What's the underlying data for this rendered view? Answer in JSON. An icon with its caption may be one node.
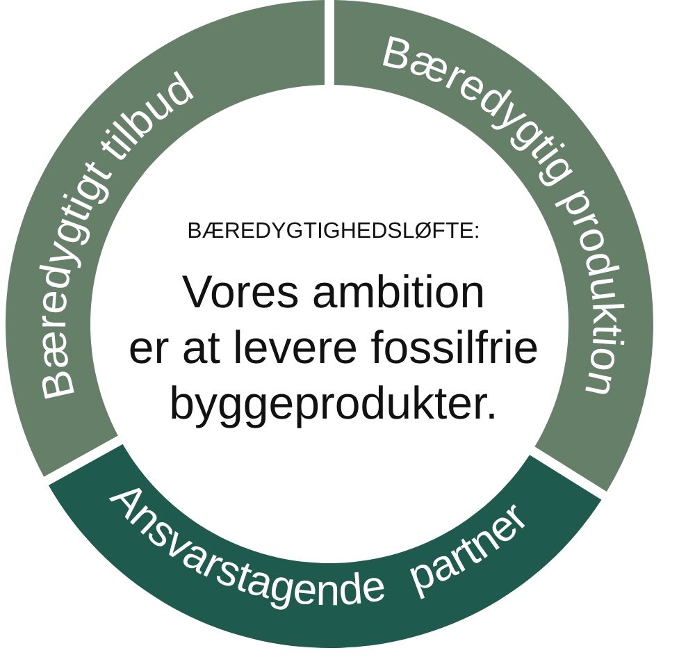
{
  "diagram": {
    "nodes": [
      {
        "text": [
          "Bæredygtigt tilbud"
        ]
      },
      {
        "text": [
          "Bæredygtig produktion"
        ]
      },
      {
        "text": [
          "Ansvarstagende partner"
        ]
      }
    ],
    "labels": [
      "BÆREDYGTIGHEDSLØFTE:",
      "Vores ambition er at levere fossilfrie byggeprodukter."
    ]
  }
}
